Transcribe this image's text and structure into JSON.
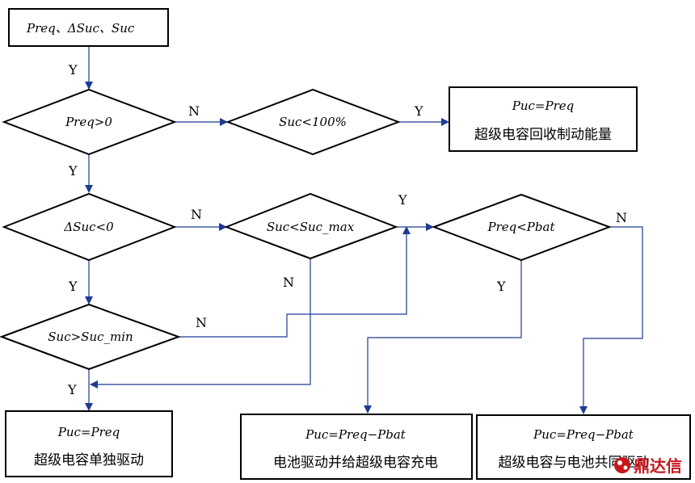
{
  "nodes": {
    "start": {
      "text": "Preq、ΔSuc、Suc"
    },
    "d_preq": {
      "text": "Preq>0"
    },
    "d_suc100": {
      "text": "Suc<100%"
    },
    "r_regen": {
      "line1": "Puc=Preq",
      "line2": "超级电容回收制动能量"
    },
    "d_dsuc": {
      "text": "ΔSuc<0"
    },
    "d_sucmax": {
      "text": "Suc<Suc_max"
    },
    "d_pbat": {
      "text": "Preq<Pbat"
    },
    "d_sucmin": {
      "text": "Suc>Suc_min"
    },
    "r_uc_only": {
      "line1": "Puc=Preq",
      "line2": "超级电容单独驱动"
    },
    "r_bat_charge": {
      "line1": "Puc=Preq−Pbat",
      "line2": "电池驱动并给超级电容充电"
    },
    "r_joint": {
      "line1": "Puc=Preq−Pbat",
      "line2": "超级电容与电池共同驱动"
    }
  },
  "edge_labels": {
    "y": "Y",
    "n": "N"
  },
  "watermark": "鼎达信"
}
